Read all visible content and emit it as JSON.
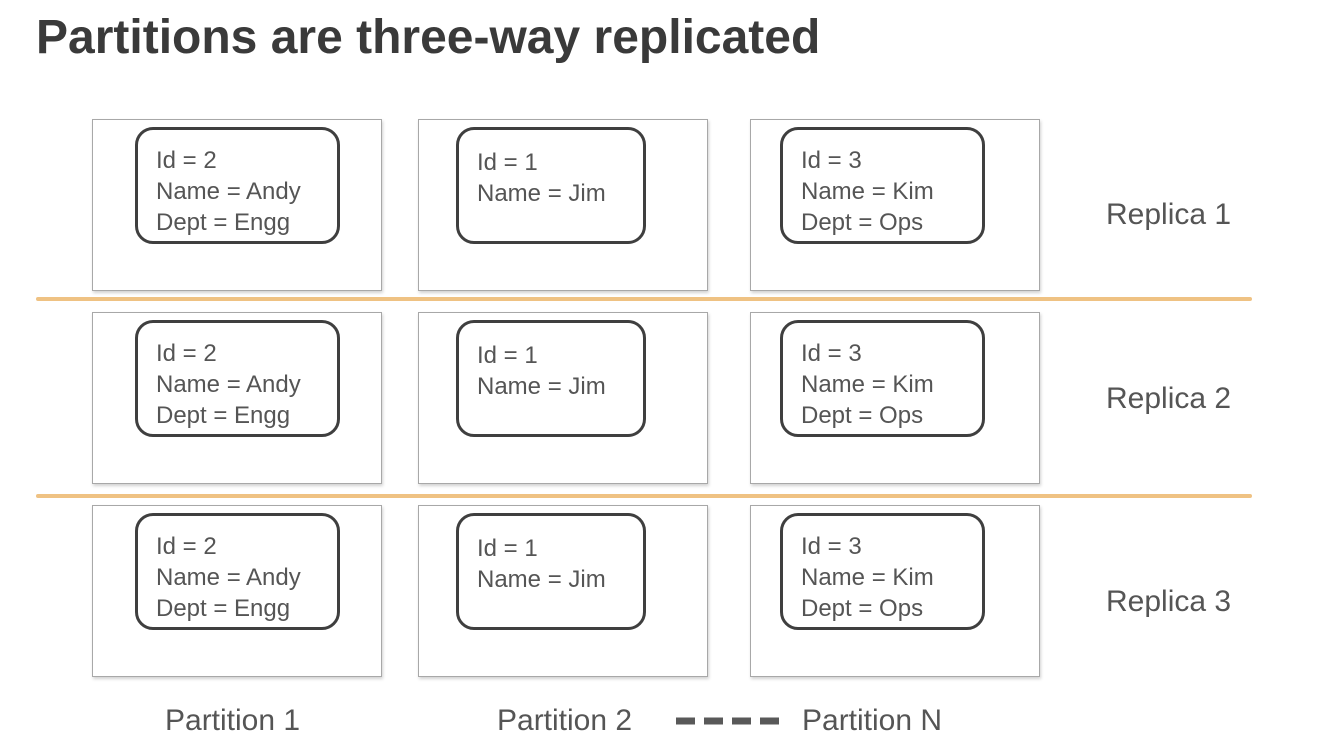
{
  "title": "Partitions are three-way replicated",
  "replicas": [
    {
      "label": "Replica 1",
      "records": [
        [
          "Id = 2",
          "Name = Andy",
          "Dept = Engg"
        ],
        [
          "Id = 1",
          "Name = Jim"
        ],
        [
          "Id = 3",
          "Name = Kim",
          "Dept = Ops"
        ]
      ]
    },
    {
      "label": "Replica 2",
      "records": [
        [
          "Id = 2",
          "Name = Andy",
          "Dept = Engg"
        ],
        [
          "Id = 1",
          "Name = Jim"
        ],
        [
          "Id = 3",
          "Name = Kim",
          "Dept = Ops"
        ]
      ]
    },
    {
      "label": "Replica 3",
      "records": [
        [
          "Id = 2",
          "Name = Andy",
          "Dept = Engg"
        ],
        [
          "Id = 1",
          "Name = Jim"
        ],
        [
          "Id = 3",
          "Name = Kim",
          "Dept = Ops"
        ]
      ]
    }
  ],
  "partitions": [
    "Partition 1",
    "Partition 2",
    "Partition N"
  ],
  "colors": {
    "divider": "#efc283",
    "record_border": "#3f3f3f",
    "cell_border": "#a8a8a8",
    "text": "#555555"
  }
}
